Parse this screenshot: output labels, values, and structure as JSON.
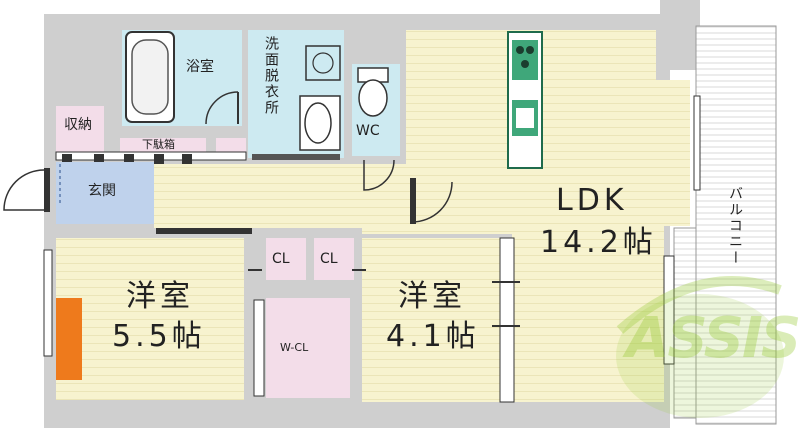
{
  "rooms": {
    "ldk_name": "LDK",
    "ldk_size": "14.2帖",
    "western1_name": "洋室",
    "western1_size": "5.5帖",
    "western2_name": "洋室",
    "western2_size": "4.1帖",
    "bath": "浴室",
    "washroom": "洗面脱衣所",
    "wc": "WC",
    "storage": "収納",
    "shoe_box": "下駄箱",
    "entrance": "玄関",
    "closet1": "CL",
    "closet2": "CL",
    "walkin_closet": "W-CL",
    "balcony": "バルコニー"
  },
  "logo": {
    "text": "ASSIST"
  },
  "colors": {
    "room_yellow": "#f7f3cf",
    "wet_area_blue": "#cdeaf1",
    "storage_pink": "#f3dde9",
    "entrance_blue": "#bfd2ec",
    "wall_gray": "#c9c9c9",
    "accent_orange": "#ee7a1c",
    "kitchen_green": "#3fa77a",
    "logo_green": "#9ccb3c"
  }
}
